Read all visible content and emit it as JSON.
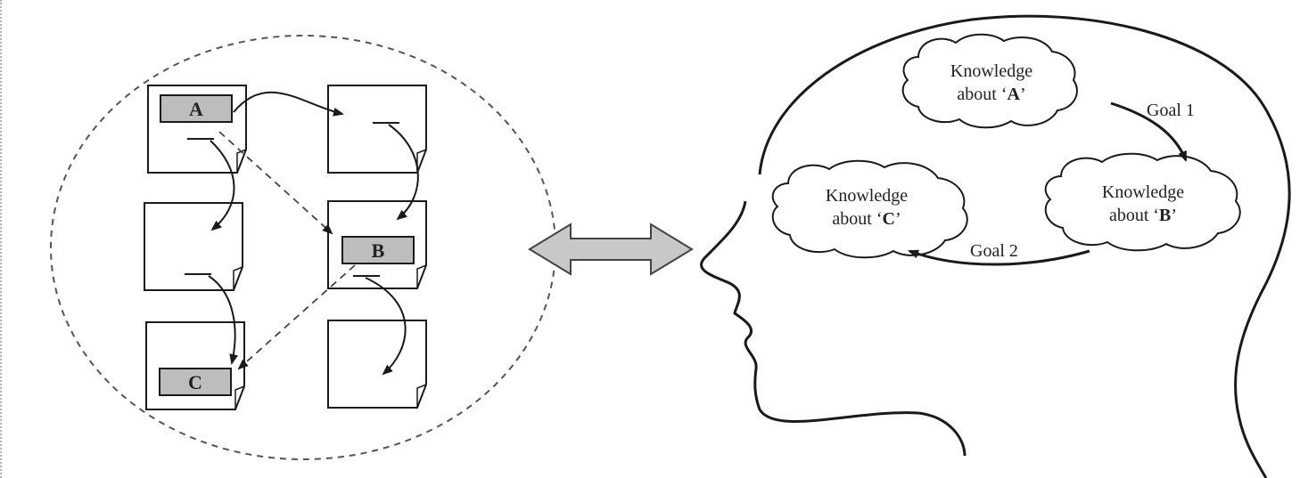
{
  "documents": {
    "a_label": "A",
    "b_label": "B",
    "c_label": "C"
  },
  "knowledge": {
    "a": {
      "line1": "Knowledge",
      "line2_prefix": "about ‘",
      "letter": "A",
      "line2_suffix": "’"
    },
    "b": {
      "line1": "Knowledge",
      "line2_prefix": "about ‘",
      "letter": "B",
      "line2_suffix": "’"
    },
    "c": {
      "line1": "Knowledge",
      "line2_prefix": "about ‘",
      "letter": "C",
      "line2_suffix": "’"
    }
  },
  "goals": {
    "goal1": "Goal 1",
    "goal2": "Goal 2"
  },
  "colors": {
    "ink": "#1a1a1a",
    "label_fill": "#bdbdbd",
    "arrow_fill": "#c8c8c8",
    "dash": "#555555"
  }
}
